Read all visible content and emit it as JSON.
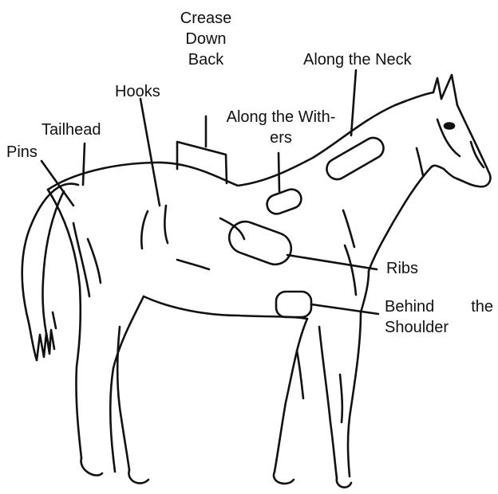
{
  "colors": {
    "ink": "#111111",
    "background": "#ffffff"
  },
  "labels": {
    "crease_down_back": [
      "Crease",
      "Down",
      "Back"
    ],
    "along_the_neck": "Along the Neck",
    "hooks": "Hooks",
    "along_the_withers": [
      "Along the With-",
      "ers"
    ],
    "tailhead": "Tailhead",
    "pins": "Pins",
    "ribs": "Ribs",
    "behind_the_shoulder": [
      "Behind the",
      "Shoulder"
    ]
  }
}
